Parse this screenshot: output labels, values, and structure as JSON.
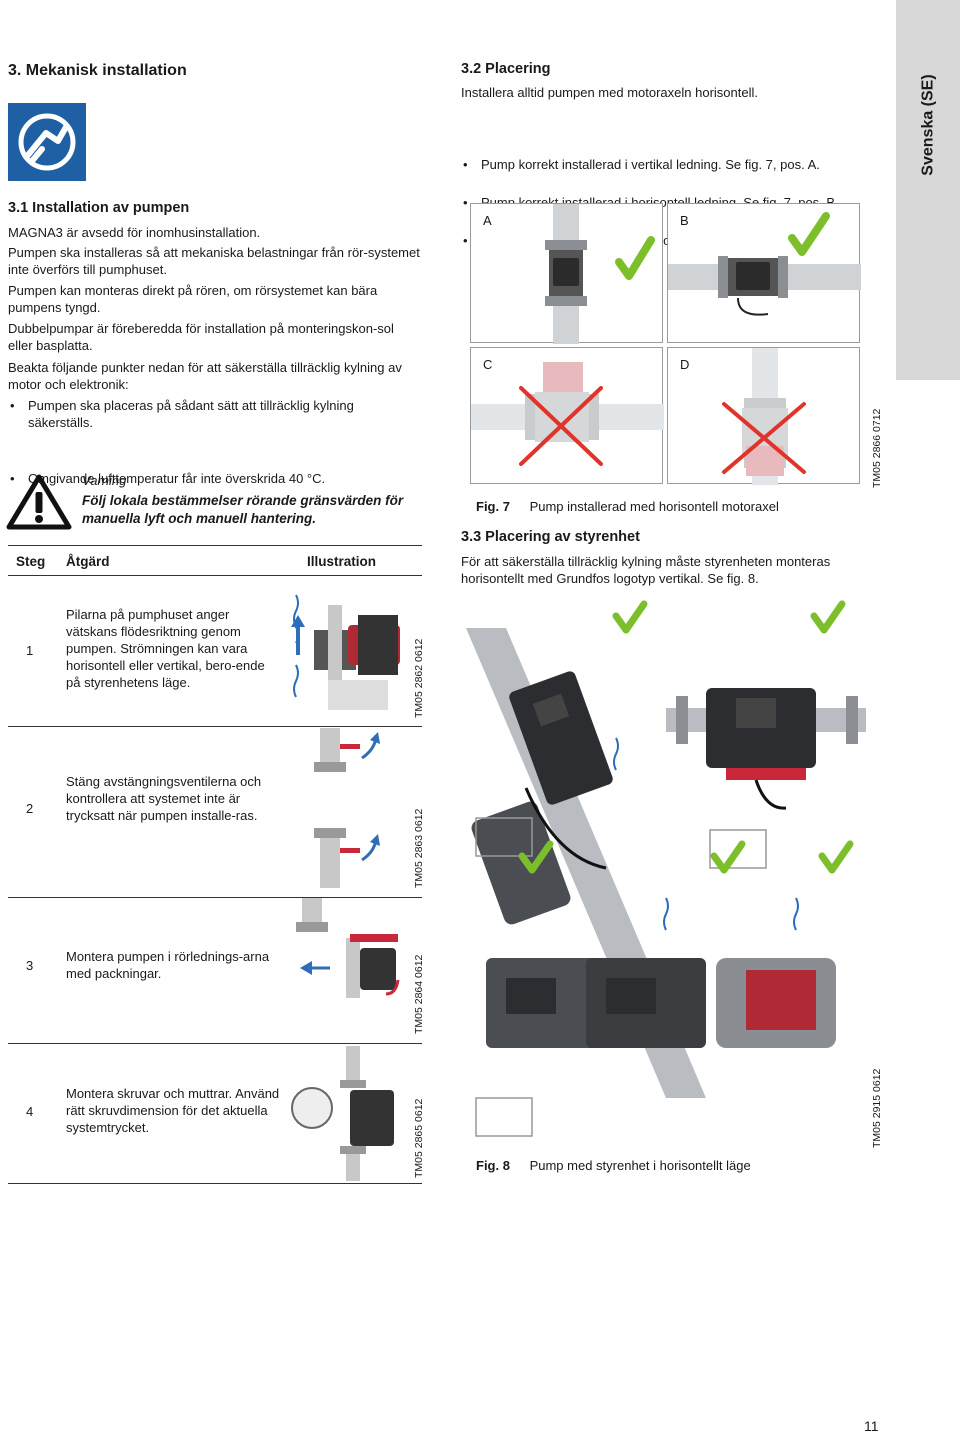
{
  "side_tab": "Svenska (SE)",
  "left": {
    "title": "3. Mekanisk installation",
    "sub_title": "3.1 Installation av pumpen",
    "paragraphs": [
      "MAGNA3 är avsedd för inomhusinstallation.",
      "Pumpen ska installeras så att mekaniska belastningar från rör-systemet inte överförs till pumphuset.",
      "Pumpen kan monteras direkt på rören, om rörsystemet kan bära pumpens tyngd.",
      "Dubbelpumpar är föreberedda för installation på monteringskon-sol eller basplatta.",
      "Beakta följande punkter nedan för att säkerställa tillräcklig kylning av motor och elektronik:"
    ],
    "bullets": [
      "Pumpen ska placeras på sådant sätt att tillräcklig kylning säkerställs.",
      "Omgivande lufttemperatur får inte överskrida 40 °C."
    ],
    "warning": {
      "title": "Varning",
      "text": "Följ lokala bestämmelser rörande gränsvärden för manuella lyft och manuell hantering."
    }
  },
  "table": {
    "headers": [
      "Steg",
      "Åtgärd",
      "Illustration"
    ],
    "rows": [
      {
        "step": "1",
        "text": "Pilarna på pumphuset anger vätskans flödesriktning genom pumpen. Strömningen kan vara horisontell eller vertikal, bero-ende på styrenhetens läge.",
        "tm": "TM05 2862 0612"
      },
      {
        "step": "2",
        "text": "Stäng avstängningsventilerna och kontrollera att systemet inte är trycksatt när pumpen installe-ras.",
        "tm": "TM05 2863 0612"
      },
      {
        "step": "3",
        "text": "Montera pumpen i rörlednings-arna med packningar.",
        "tm": "TM05 2864 0612"
      },
      {
        "step": "4",
        "text": "Montera skruvar och muttrar. Använd rätt skruvdimension för det aktuella systemtrycket.",
        "tm": "TM05 2865 0612"
      }
    ]
  },
  "right": {
    "title": "3.2 Placering",
    "intro": "Installera alltid pumpen med motoraxeln horisontell.",
    "bullets": [
      "Pump korrekt installerad i vertikal ledning. Se fig. 7, pos. A.",
      "Pump korrekt installerad i horisontell ledning. Se fig. 7, pos. B.",
      "Installera inte pumpen med motoraxeln vertikal. Se fig. 7, pos. C and D."
    ],
    "fig7": {
      "labels": [
        "A",
        "B",
        "C",
        "D"
      ],
      "tm": "TM05 2866 0712",
      "caption_num": "Fig. 7",
      "caption_text": "Pump installerad med horisontell motoraxel"
    },
    "sub_title": "3.3 Placering av styrenhet",
    "sub_text": "För att säkerställa tillräcklig kylning måste styrenheten monteras horisontellt med Grundfos logotyp vertikal. Se fig. 8.",
    "fig8": {
      "tm": "TM05 2915 0612",
      "caption_num": "Fig. 8",
      "caption_text": "Pump med styrenhet i horisontellt läge"
    }
  },
  "page_number": "11",
  "colors": {
    "brand_blue": "#1f5fa4",
    "check_green": "#7cbf2a",
    "cross_red": "#e0342a",
    "pump_red": "#c8283a"
  }
}
